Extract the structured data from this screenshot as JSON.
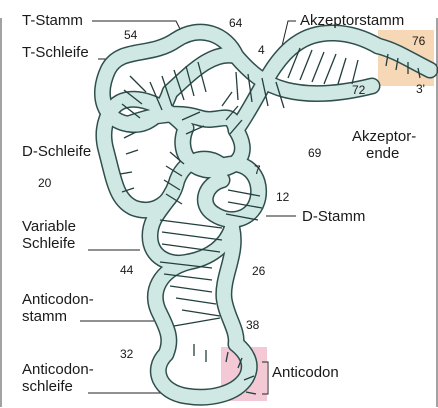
{
  "colors": {
    "ribbon_fill": "#cfe8e3",
    "ribbon_outline": "#2f4f4d",
    "acceptor_highlight": "#f6d7b6",
    "anticodon_highlight": "#f4c9d6",
    "text": "#1a1a1a",
    "frame": "#444444"
  },
  "labels": {
    "t_stamm": "T-Stamm",
    "t_schleife": "T-Schleife",
    "akzeptorstamm": "Akzeptorstamm",
    "d_schleife": "D-Schleife",
    "akzeptor_ende_line1": "Akzeptor-",
    "akzeptor_ende_line2": "ende",
    "d_stamm": "D-Stamm",
    "variable_line1": "Variable",
    "variable_line2": "Schleife",
    "anticodonstamm_line1": "Anticodon-",
    "anticodonstamm_line2": "stamm",
    "anticodonschleife_line1": "Anticodon-",
    "anticodonschleife_line2": "schleife",
    "anticodon": "Anticodon"
  },
  "numbers": {
    "n54": "54",
    "n64": "64",
    "n4": "4",
    "n76": "76",
    "n72": "72",
    "n3prime": "3'",
    "n69": "69",
    "n7": "7",
    "n12": "12",
    "n20": "20",
    "n26": "26",
    "n44": "44",
    "n38": "38",
    "n32": "32"
  }
}
